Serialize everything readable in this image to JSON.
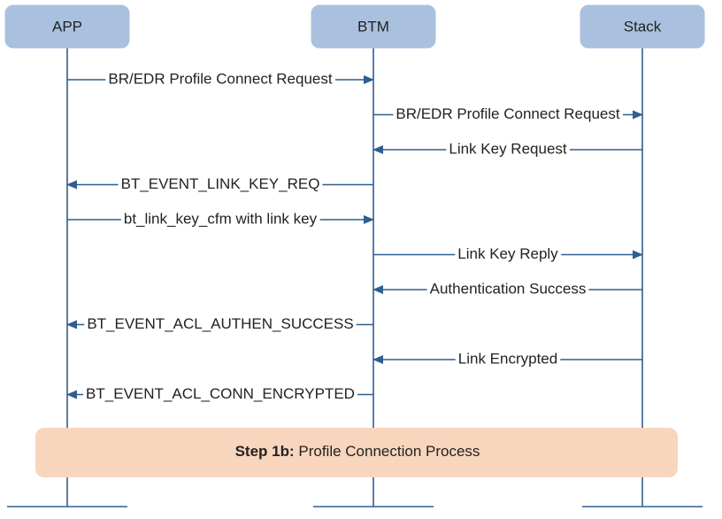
{
  "colors": {
    "lane_fill": "#a9c1de",
    "line": "#2e5f8f",
    "step_fill": "#f8d5bd",
    "text": "#222222"
  },
  "lanes": [
    {
      "id": "app",
      "label": "APP"
    },
    {
      "id": "btm",
      "label": "BTM"
    },
    {
      "id": "stack",
      "label": "Stack"
    }
  ],
  "messages": [
    {
      "from": "app",
      "to": "btm",
      "label": "BR/EDR Profile Connect Request"
    },
    {
      "from": "btm",
      "to": "stack",
      "label": "BR/EDR Profile Connect Request"
    },
    {
      "from": "stack",
      "to": "btm",
      "label": "Link Key Request"
    },
    {
      "from": "btm",
      "to": "app",
      "label": "BT_EVENT_LINK_KEY_REQ"
    },
    {
      "from": "app",
      "to": "btm",
      "label": "bt_link_key_cfm with link key"
    },
    {
      "from": "btm",
      "to": "stack",
      "label": "Link Key Reply"
    },
    {
      "from": "stack",
      "to": "btm",
      "label": "Authentication Success"
    },
    {
      "from": "btm",
      "to": "app",
      "label": "BT_EVENT_ACL_AUTHEN_SUCCESS"
    },
    {
      "from": "stack",
      "to": "btm",
      "label": "Link Encrypted"
    },
    {
      "from": "btm",
      "to": "app",
      "label": "BT_EVENT_ACL_CONN_ENCRYPTED"
    }
  ],
  "step": {
    "bold": "Step 1b:",
    "text": " Profile Connection Process"
  }
}
